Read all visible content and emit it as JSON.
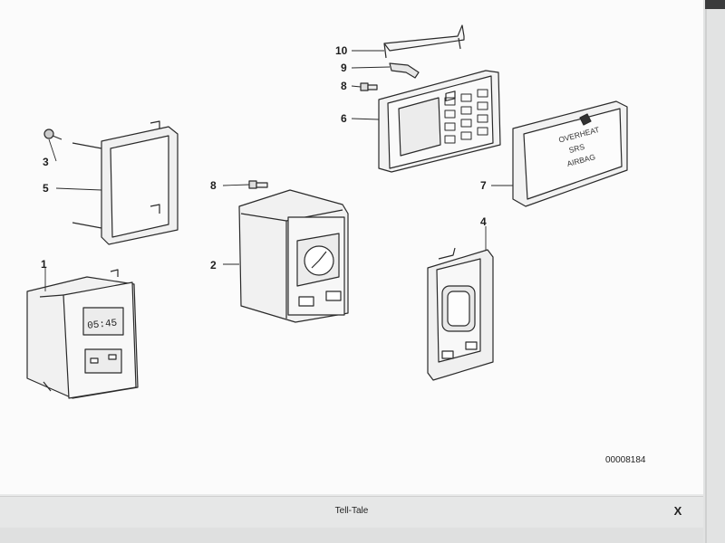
{
  "diagram": {
    "callouts": [
      "1",
      "2",
      "3",
      "4",
      "5",
      "6",
      "7",
      "8",
      "8",
      "9",
      "10"
    ],
    "panel_text": [
      "OVERHEAT",
      "SRS",
      "AIRBAG"
    ],
    "clock_display": "05:45",
    "doc_number": "00008184"
  },
  "bottom_bar": {
    "title": "Tell-Tale",
    "close_label": "X"
  }
}
